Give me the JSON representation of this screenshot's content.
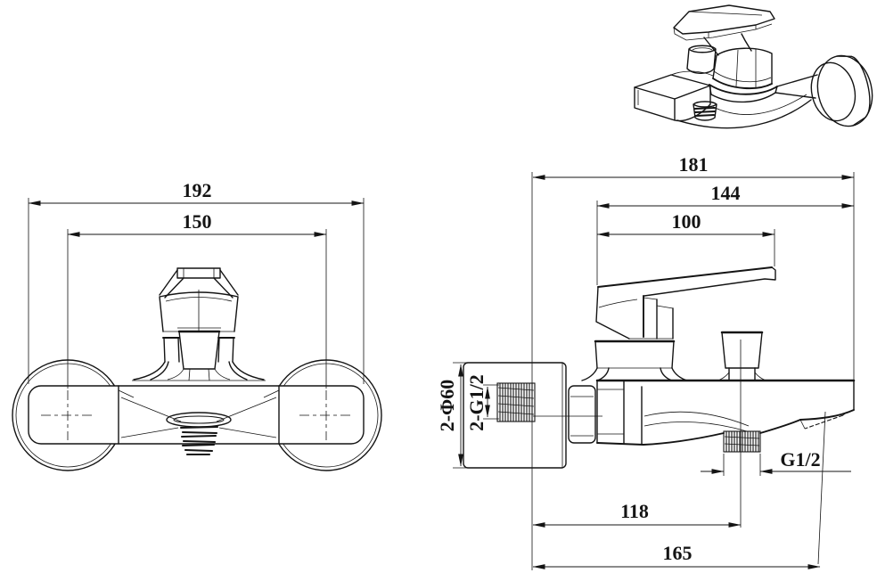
{
  "drawing": {
    "type": "technical-orthographic-drawing",
    "subject": "wall-mounted bath shower mixer faucet",
    "colors": {
      "line": "#141414",
      "background": "#ffffff"
    },
    "front_view": {
      "dim_overall_width": "192",
      "dim_mount_spacing": "150"
    },
    "side_view": {
      "dim_overall_depth": "181",
      "dim_body_depth": "144",
      "dim_handle_depth": "100",
      "dim_escutcheon_diameter": "2-Φ60",
      "dim_inlet_thread": "2-G1/2",
      "dim_outlet_thread": "G1/2",
      "dim_outlet_offset": "118",
      "dim_spout_reach": "165"
    }
  }
}
